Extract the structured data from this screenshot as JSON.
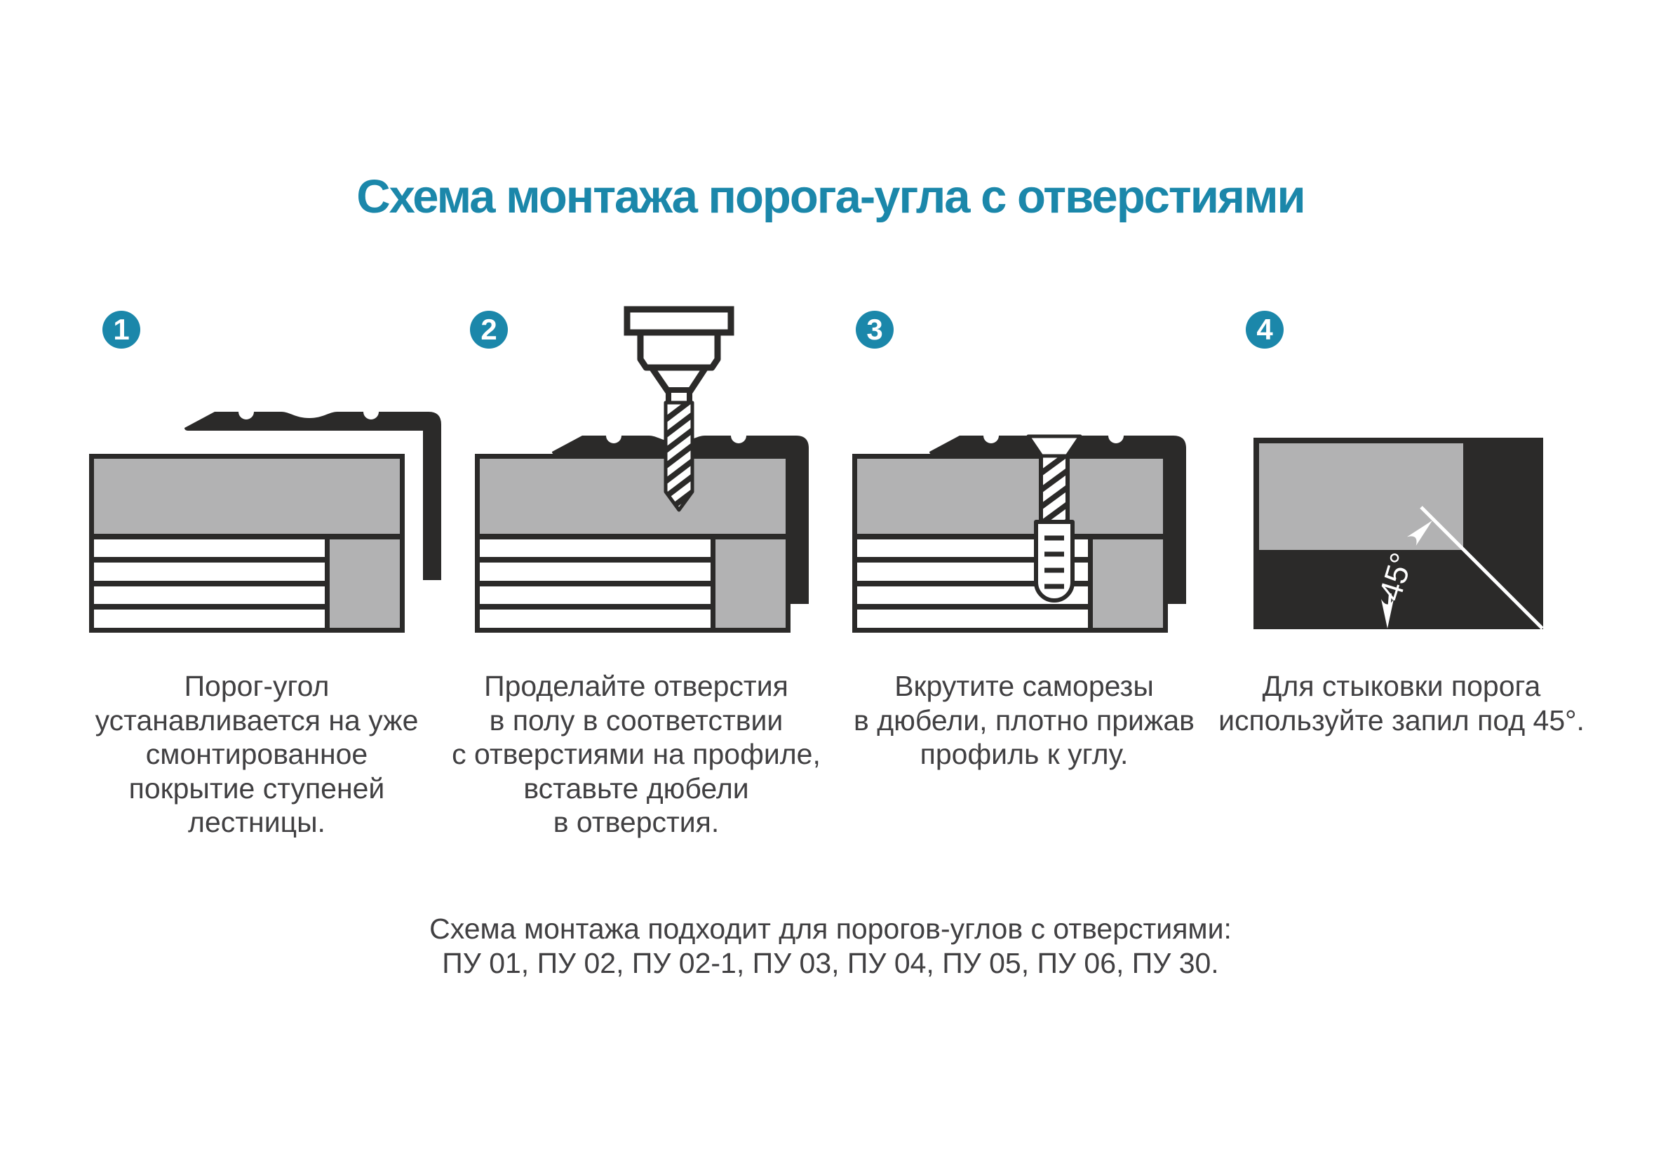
{
  "title": "Схема монтажа порога-угла с отверстиями",
  "colors": {
    "accent": "#1b87aa",
    "dark": "#2b2a29",
    "gray": "#b2b2b3",
    "text": "#414042"
  },
  "steps": [
    {
      "number": "1",
      "illustration": "corner-profile-above-stair-step",
      "caption": "Порог-угол\nустанавливается на уже\nсмонтированное\nпокрытие ступеней\nлестницы."
    },
    {
      "number": "2",
      "illustration": "drill-making-holes-in-floor",
      "caption": "Проделайте отверстия\nв полу в соответствии\nс отверстиями на профиле,\nвставьте дюбели\nв отверстия."
    },
    {
      "number": "3",
      "illustration": "screw-into-dowel-through-profile",
      "caption": "Вкрутите саморезы\nв дюбели, плотно прижав\nпрофиль к углу."
    },
    {
      "number": "4",
      "illustration": "miter-joint-45-degrees-top-view",
      "caption": "Для стыковки порога\nиспользуйте запил под 45°.",
      "angle_label": "45°"
    }
  ],
  "footer": {
    "line1": "Схема монтажа подходит для порогов-углов с отверстиями:",
    "line2": "ПУ 01, ПУ 02, ПУ 02-1, ПУ 03, ПУ 04, ПУ 05, ПУ 06, ПУ 30."
  }
}
